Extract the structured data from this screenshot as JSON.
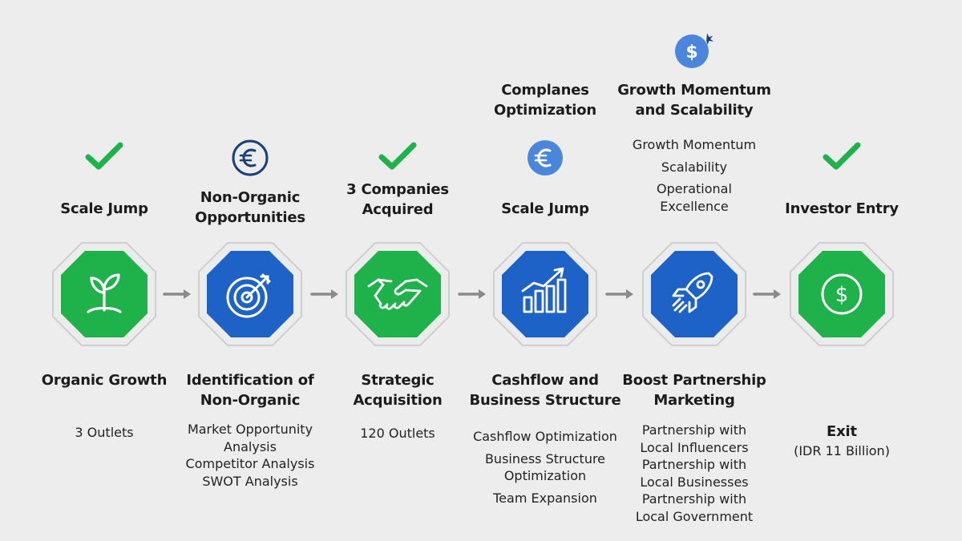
{
  "colors": {
    "green": "#1fb24a",
    "blue": "#1e62c8",
    "light_blue": "#4a86dc",
    "navy": "#1b3f7a",
    "arrow": "#8a8a8a",
    "hex_border": "#cfcfcf",
    "background": "#ededed"
  },
  "steps": [
    {
      "color": "green",
      "icon": "sprout-icon",
      "marker": "check-icon",
      "top_label": [
        "Scale Jump"
      ],
      "bottom_title": [
        "Organic Growth"
      ],
      "details": [
        [
          "3 Outlets"
        ]
      ]
    },
    {
      "color": "blue",
      "icon": "target-icon",
      "marker": "euro-icon",
      "top_label": [
        "Non-Organic",
        "Opportunities"
      ],
      "bottom_title": [
        "Identification of",
        "Non-Organic"
      ],
      "details": [
        [
          "Market Opportunity",
          "Analysis",
          "Competitor Analysis",
          "SWOT Analysis"
        ]
      ]
    },
    {
      "color": "green",
      "icon": "handshake-icon",
      "marker": "check-icon",
      "top_label": [
        "3 Companies",
        "Acquired"
      ],
      "bottom_title": [
        "Strategic",
        "Acquisition"
      ],
      "details": [
        [
          "120 Outlets"
        ]
      ]
    },
    {
      "color": "blue",
      "icon": "growth-chart-icon",
      "marker": "euro-icon",
      "upper_label": [
        "Complanes",
        "Optimization"
      ],
      "top_label": [
        "Scale Jump"
      ],
      "bottom_title": [
        "Cashflow and",
        "Business Structure"
      ],
      "details": [
        [
          "Cashflow Optimization"
        ],
        [
          "Business Structure",
          "Optimization"
        ],
        [
          "Team Expansion"
        ]
      ]
    },
    {
      "color": "blue",
      "icon": "rocket-icon",
      "marker": "dollar-icon",
      "upper_label": [
        "Growth Momentum",
        "and Scalability"
      ],
      "top_details": [
        [
          "Growth Momentum"
        ],
        [
          "Scalability"
        ],
        [
          "Operational",
          "Excellence"
        ]
      ],
      "bottom_title": [
        "Boost Partnership",
        "Marketing"
      ],
      "details": [
        [
          "Partnership with",
          "Local Influencers",
          "Partnership with",
          "Local Businesses",
          "Partnership with",
          "Local Government"
        ]
      ]
    },
    {
      "color": "green",
      "icon": "dollar-circle-icon",
      "marker": "check-icon",
      "top_label": [
        "Investor Entry"
      ],
      "bottom_title": [],
      "details": [],
      "exit_title": "Exit",
      "exit_value": "(IDR 11 Billion)"
    }
  ]
}
